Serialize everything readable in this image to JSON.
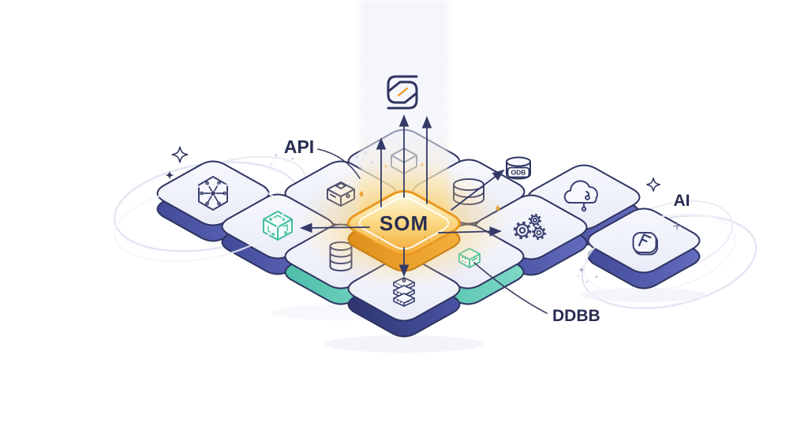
{
  "illustration": {
    "background": "#FFFFFF",
    "center_label": "SOM",
    "labels": {
      "api": "API",
      "ai": "AI",
      "ddbb": "DDBB",
      "odb": "ODB"
    },
    "colors": {
      "outline_navy": "#2E3461",
      "tile_top": "#F0F1FA",
      "side_indigo": "#4B53A6",
      "side_teal": "#5CC9B5",
      "side_navy_dark": "#333A7E",
      "som_orange": "#F2A933",
      "accent_orange": "#ECA237",
      "icon_teal": "#3FBDA0",
      "label_text": "#272D50"
    },
    "tiles": [
      {
        "id": "brain",
        "icon": "brain-circuit-icon",
        "side": "indigo"
      },
      {
        "id": "api-box",
        "icon": "toolbox-icon",
        "side": "indigo"
      },
      {
        "id": "cube",
        "icon": "cube-sparkle-icon",
        "side": "indigo"
      },
      {
        "id": "database-disks",
        "icon": "database-disks-icon",
        "side": "indigo"
      },
      {
        "id": "cloud",
        "icon": "cloud-circuit-icon",
        "side": "indigo"
      },
      {
        "id": "circuit-cube",
        "icon": "circuit-cube-icon",
        "side": "indigo"
      },
      {
        "id": "som",
        "icon": "none",
        "side": "orange",
        "label": "SOM"
      },
      {
        "id": "gears",
        "icon": "gears-icon",
        "side": "indigo"
      },
      {
        "id": "database-cylinder",
        "icon": "database-cylinder-icon",
        "side": "teal"
      },
      {
        "id": "server-box",
        "icon": "server-box-icon",
        "side": "teal"
      },
      {
        "id": "server-rack",
        "icon": "server-rack-icon",
        "side": "navy"
      },
      {
        "id": "f-key",
        "icon": "f-key-icon",
        "side": "indigo"
      }
    ]
  }
}
